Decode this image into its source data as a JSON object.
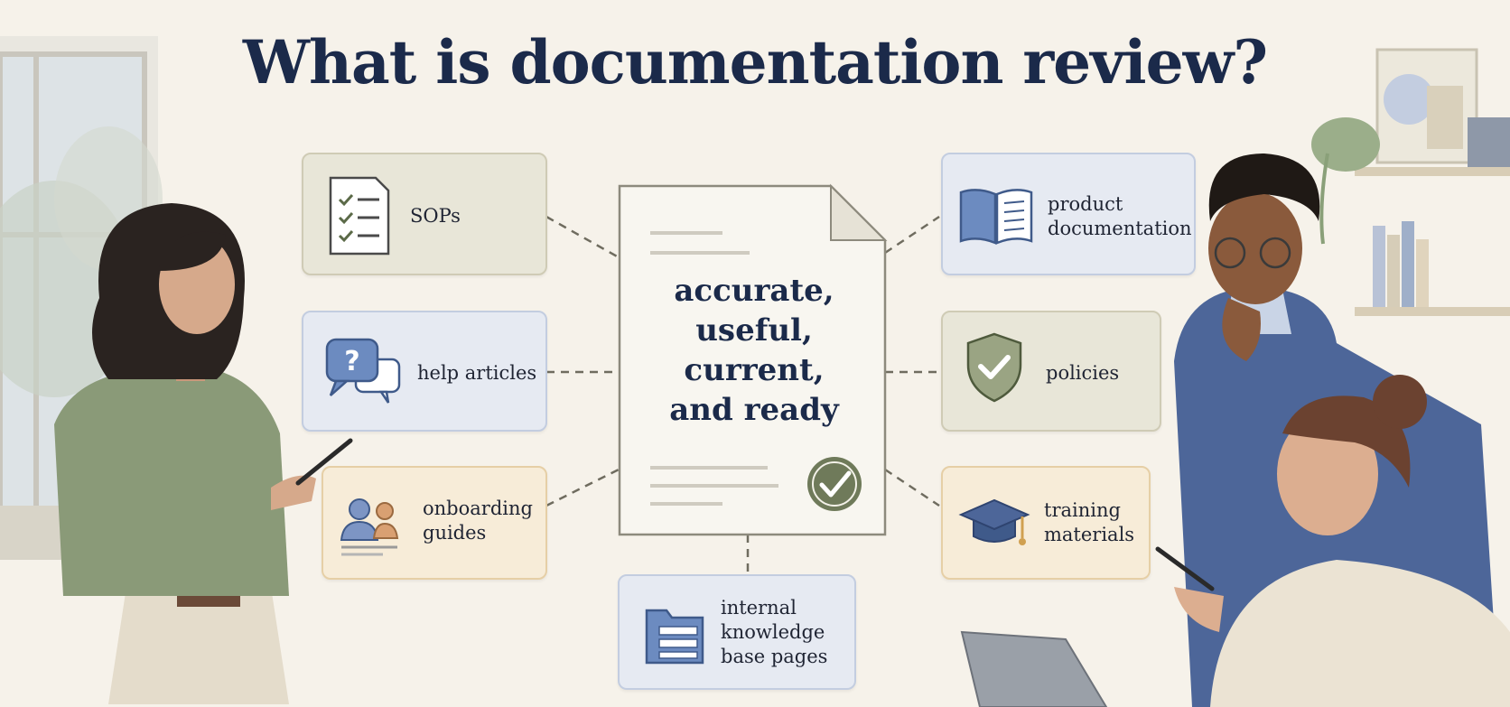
{
  "title": "What is documentation review?",
  "center": {
    "lines": [
      "accurate,",
      "useful,",
      "current,",
      "and ready"
    ]
  },
  "cards": [
    {
      "id": "sops",
      "label": "SOPs",
      "icon": "checklist-icon",
      "color": "sage"
    },
    {
      "id": "help",
      "label": "help articles",
      "icon": "question-chat-icon",
      "color": "blue"
    },
    {
      "id": "onboarding",
      "label": "onboarding\nguides",
      "icon": "people-icon",
      "color": "peach"
    },
    {
      "id": "product",
      "label": "product\ndocumentation",
      "icon": "open-book-icon",
      "color": "blue"
    },
    {
      "id": "policies",
      "label": "policies",
      "icon": "shield-check-icon",
      "color": "sage"
    },
    {
      "id": "training",
      "label": "training\nmaterials",
      "icon": "graduation-cap-icon",
      "color": "peach"
    },
    {
      "id": "kb",
      "label": "internal\nknowledge\nbase pages",
      "icon": "folder-icon",
      "color": "blue"
    }
  ],
  "colors": {
    "navy": "#1b2a4a",
    "sage": "#e8e6d8",
    "blue": "#e6eaf2",
    "peach": "#f7ecd8",
    "check_green": "#6f7a5a"
  }
}
